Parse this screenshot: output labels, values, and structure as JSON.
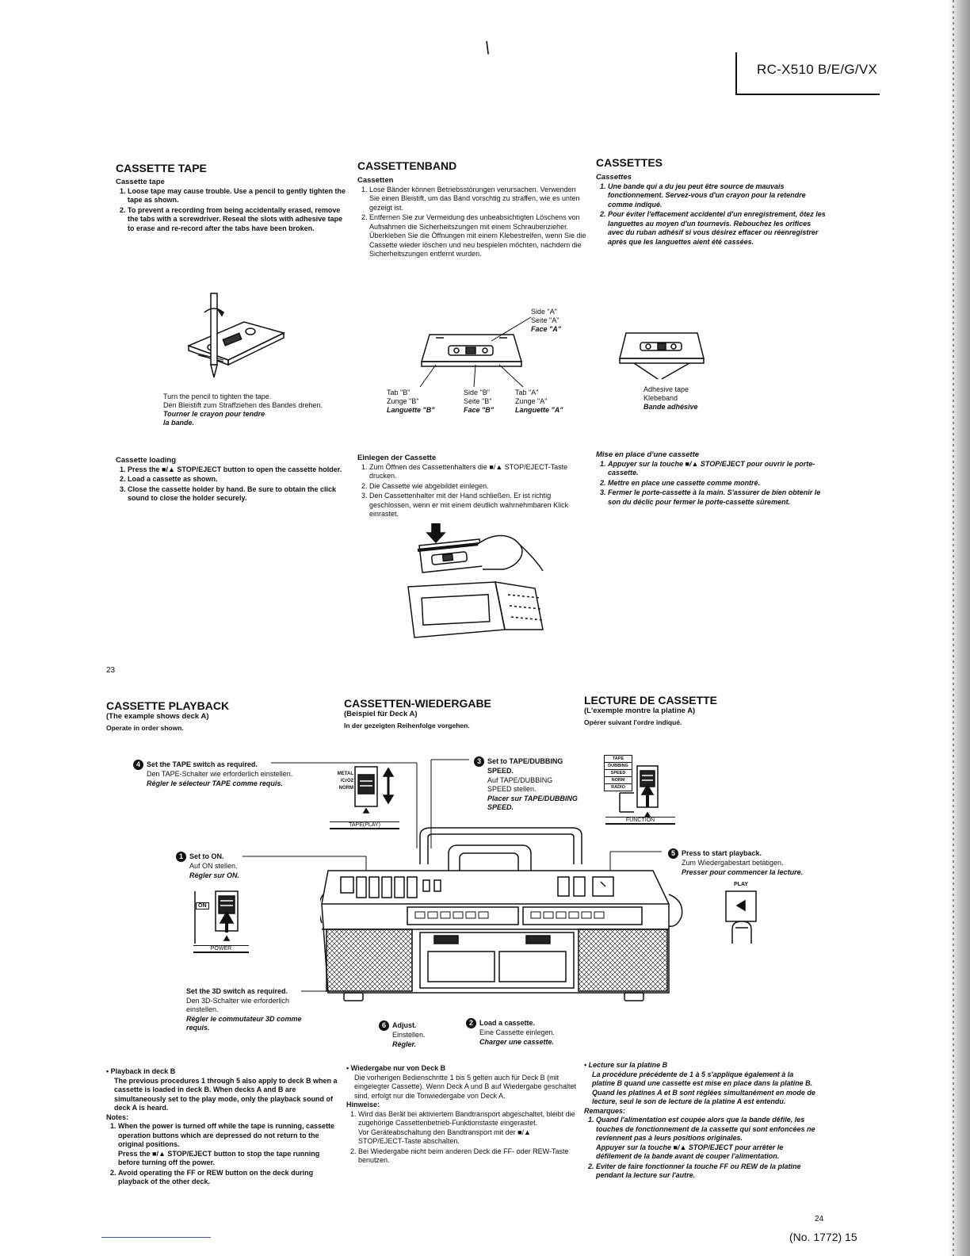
{
  "header": {
    "model": "RC-X510 B/E/G/VX",
    "slash_mark": "\\"
  },
  "page_numbers": {
    "left": "23",
    "right": "24"
  },
  "footer": {
    "text": "(No. 1772) 15"
  },
  "tape": {
    "en": {
      "title": "CASSETTE TAPE",
      "sub": "Cassette tape",
      "items": [
        "Loose tape may cause trouble. Use a pencil to gently tighten the tape as shown.",
        "To prevent a recording from being accidentally erased, remove the tabs with a screwdriver. Reseal the slots with adhesive tape to erase and re-record after the tabs have been broken."
      ]
    },
    "de": {
      "title": "CASSETTENBAND",
      "sub": "Cassetten",
      "items": [
        "Lose Bänder können Betriebsstörungen verursachen. Verwenden Sie einen Bleistift, um das Band vorschtig zu straffen, wie es unten gezeigt ist.",
        "Entfernen Sie zur Vermeidung des unbeabsichtigten Löschens von Aufnahmen die Sicherheitszungen mit einem Schraubenzieher. Überkleben Sie die Öffnungen mit einem Klebestreifen, wenn Sie die Cassette wieder löschen und neu bespielen möchten, nachdem die Sicherheitszungen entfernt wurden."
      ]
    },
    "fr": {
      "title": "CASSETTES",
      "sub": "Cassettes",
      "items": [
        "Une bande qui a du jeu peut être source de mauvais fonctionnement. Servez-vous d'un crayon pour la retendre comme indiqué.",
        "Pour éviter l'effacement accidentel d'un enregistrement, ôtez les languettes au moyen d'un tournevis. Rebouchez les orifices avec du ruban adhésif si vous désirez effacer ou réenregistrer après que les languettes aient été cassées."
      ]
    },
    "fig1_caption": {
      "en": "Turn the pencil to tighten the tape.",
      "de": "Den Bleistift zum Straffziehen des Bandes drehen.",
      "fr1": "Tourner le crayon pour tendre",
      "fr2": "la bande."
    },
    "fig2": {
      "side_a": [
        "Side \"A\"",
        "Seite \"A\"",
        "Face \"A\""
      ],
      "tab_b": [
        "Tab \"B\"",
        "Zunge \"B\"",
        "Languette \"B\""
      ],
      "side_b": [
        "Side \"B\"",
        "Seite \"B\"",
        "Face \"B\""
      ],
      "tab_a": [
        "Tab \"A\"",
        "Zunge \"A\"",
        "Languette \"A\""
      ]
    },
    "fig3": [
      "Adhesive tape",
      "Klebeband",
      "Bande adhésive"
    ]
  },
  "loading": {
    "en": {
      "sub": "Cassette loading",
      "items": [
        "Press the ■/▲ STOP/EJECT button to open the cassette holder.",
        "Load a cassette as shown.",
        "Close the cassette holder by hand. Be sure to obtain the click sound to close the holder securely."
      ]
    },
    "de": {
      "sub": "Einlegen der Cassette",
      "items": [
        "Zum Öffnen des Cassettenhalters die ■/▲ STOP/EJECT-Taste drucken.",
        "Die Cassette wie abgebildet einlegen.",
        "Den Cassettenhalter mit der Hand schließen. Er ist richtig geschlossen, wenn er mit einem deutlich wahrnehmbaren Klick einrastet."
      ]
    },
    "fr": {
      "sub": "Mise en place d'une cassette",
      "items": [
        "Appuyer sur la touche ■/▲ STOP/EJECT pour ouvrir le porte-cassette.",
        "Mettre en place une cassette comme montré.",
        "Fermer le porte-cassette à la main. S'assurer de bien obtenir le son du déclic pour fermer le porte-cassette sûrement."
      ]
    }
  },
  "playback": {
    "en": {
      "title": "CASSETTE PLAYBACK",
      "sub1": "(The example shows deck A)",
      "sub2": "Operate in order shown."
    },
    "de": {
      "title": "CASSETTEN-WIEDERGABE",
      "sub1": "(Beispiel für Deck A)",
      "sub2": "In der gezeigten Reihenfolge vorgehen."
    },
    "fr": {
      "title": "LECTURE DE CASSETTE",
      "sub1": "(L'exemple montre la platine A)",
      "sub2": "Opérer suivant l'ordre indiqué."
    },
    "step4": {
      "num": "4",
      "en": "Set the TAPE switch as required.",
      "de": "Den TAPE-Schalter wie erforderlich einstellen.",
      "fr": "Régler le sélecteur TAPE comme requis."
    },
    "step3": {
      "num": "3",
      "en1": "Set to TAPE/DUBBING",
      "en2": "SPEED.",
      "de1": "Auf TAPE/DUBBING",
      "de2": "SPEED stellen.",
      "fr1": "Placer sur TAPE/DUBBING",
      "fr2": "SPEED."
    },
    "step1": {
      "num": "1",
      "en": "Set to ON.",
      "de": "Auf ON stellen.",
      "fr": "Régler sur ON."
    },
    "step5": {
      "num": "5",
      "en": "Press to start playback.",
      "de": "Zum Wiedergabestart betätigen.",
      "fr": "Presser pour commencer la lecture."
    },
    "step6": {
      "num": "6",
      "en": "Adjust.",
      "de": "Einstellen.",
      "fr": "Régler."
    },
    "step2": {
      "num": "2",
      "en": "Load a cassette.",
      "de": "Eine Cassette einlegen.",
      "fr": "Charger une cassette."
    },
    "switch_3d": {
      "en": "Set the 3D switch as required.",
      "de1": "Den 3D-Schalter wie erforderlich",
      "de2": "einstellen.",
      "fr1": "Régler le commutateur 3D comme",
      "fr2": "requis."
    },
    "labels": {
      "tape_play": "TAPE(PLAY)",
      "function": "FUNCTION",
      "power": "POWER",
      "play": "PLAY",
      "on": "ON",
      "metal": "METAL",
      "cro2": "/CrO2",
      "norm": "NORM",
      "tape": "TAPE",
      "dubbing": "DUBBING",
      "speed": "SPEED",
      "radio": "RADIO"
    },
    "notes_en": {
      "head": "• Playback in deck B",
      "body": "The previous procedures 1 through 5 also apply to deck B when a cassette is loaded in deck B. When decks A and B are simultaneously set to the play mode, only the playback sound of deck A is heard.",
      "notes_label": "Notes:",
      "n1": "When the power is turned off while the tape is running, cassette operation buttons which are depressed do not return to the original positions.",
      "n1b": "Press the ■/▲ STOP/EJECT button to stop the tape running before turning off the power.",
      "n2": "Avoid operating the FF or REW button on the deck during playback of the other deck."
    },
    "notes_de": {
      "head": "• Wiedergabe nur von Deck B",
      "body": "Die vorherigen Bedienschritte 1 bis 5 gelten auch für Deck B (mit eingelegter Cassette). Wenn Deck A und B auf Wiedergabe geschaltet sind, erfolgt nur die Tonwiedergabe von Deck A.",
      "notes_label": "Hinweise:",
      "n1": "Wird das Berät bei aktiviertem Bandtransport abgeschaltet, bleibt die zugehörige Cassettenbetrieb-Funktionstaste eingerastet.",
      "n1b": "Vor Geräteabschaltung den Bandtransport mit der ■/▲ STOP/EJECT-Taste abschalten.",
      "n2": "Bei Wiedergabe nicht beim anderen Deck die FF- oder REW-Taste benutzen."
    },
    "notes_fr": {
      "head": "• Lecture sur la platine B",
      "body": "La procédure précédente de 1 à 5 s'applique également à la platine B quand une cassette est mise en place dans la platine B. Quand les platines A et B sont réglées simultanément en mode de lecture, seul le son de lecture de la platine A est entendu.",
      "notes_label": "Remarques:",
      "n1": "Quand l'alimentation est coupée alors que la bande défile, les touches de fonctionnement de la cassette qui sont enfoncées ne reviennent pas à leurs positions originales.",
      "n1b": "Appuyer sur la touche ■/▲ STOP/EJECT pour arrêter le défilement de la bande avant de couper l'alimentation.",
      "n2": "Eviter de faire fonctionner la touche FF ou REW de la platine pendant la lecture sur l'autre."
    }
  }
}
